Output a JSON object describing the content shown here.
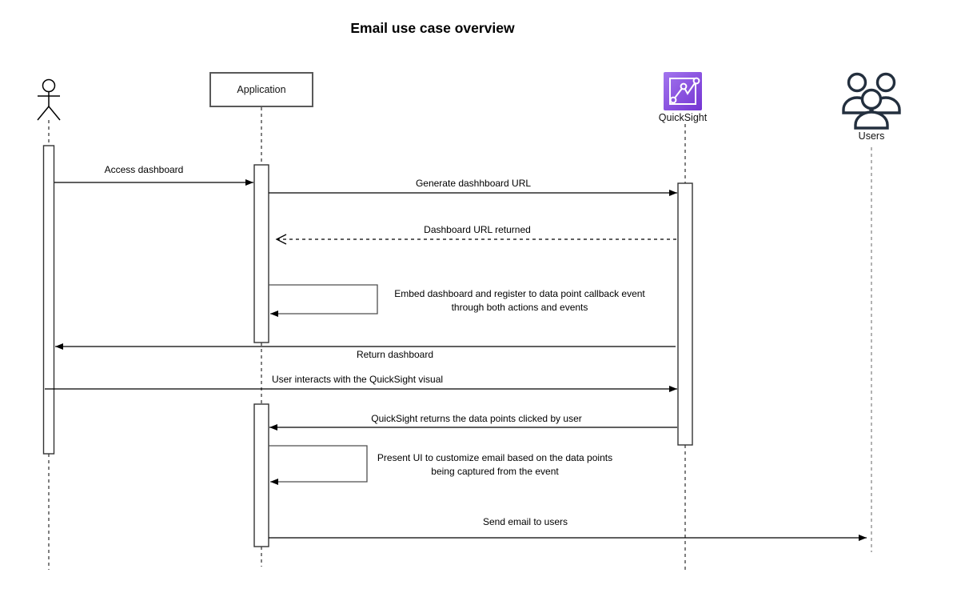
{
  "title": "Email use case overview",
  "participants": {
    "actor": {
      "label": ""
    },
    "application": {
      "label": "Application"
    },
    "quicksight": {
      "label": "QuickSight"
    },
    "users": {
      "label": "Users"
    }
  },
  "icons": {
    "actor": "stick-figure-person-icon",
    "quicksight": "purple-square-line-chart-icon",
    "users": "three-people-group-icon"
  },
  "colors": {
    "background": "#ffffff",
    "line": "#000000",
    "box_border": "#595959",
    "quicksight_gradient_start": "#A275EE",
    "quicksight_gradient_end": "#7434D2",
    "users_icon_stroke": "#232F3E"
  },
  "messages": [
    {
      "label": "Access dashboard",
      "from": "actor",
      "to": "application",
      "style": "solid"
    },
    {
      "label": "Generate dashhboard URL",
      "from": "application",
      "to": "quicksight",
      "style": "solid"
    },
    {
      "label": "Dashboard URL returned",
      "from": "quicksight",
      "to": "application",
      "style": "dashed-return"
    },
    {
      "label": "Embed dashboard and register to data point callback event\nthrough both actions and events",
      "from": "application",
      "to": "application",
      "style": "self"
    },
    {
      "label": "Return dashboard",
      "from": "quicksight",
      "to": "actor",
      "style": "solid"
    },
    {
      "label": "User interacts with the QuickSight visual",
      "from": "actor",
      "to": "quicksight",
      "style": "solid"
    },
    {
      "label": "QuickSight returns the data points clicked by user",
      "from": "quicksight",
      "to": "application",
      "style": "solid"
    },
    {
      "label": "Present UI to customize email based on the data points\nbeing captured from the event",
      "from": "application",
      "to": "application",
      "style": "self"
    },
    {
      "label": "Send email to users",
      "from": "application",
      "to": "users",
      "style": "solid"
    }
  ]
}
